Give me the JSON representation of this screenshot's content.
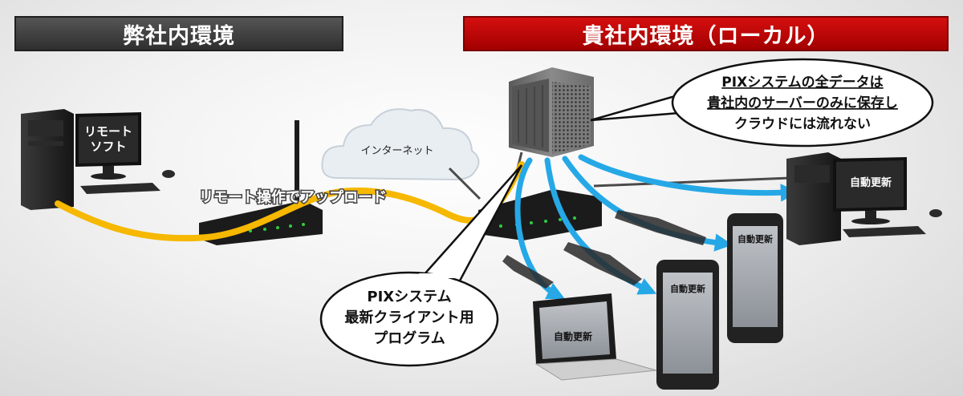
{
  "headers": {
    "left": "弊社内環境",
    "right": "貴社内環境（ローカル）"
  },
  "labels": {
    "remote_soft_line1": "リモート",
    "remote_soft_line2": "ソフト",
    "internet": "インターネット",
    "remote_upload": "リモート操作でアップロード",
    "auto_update": "自動更新"
  },
  "callouts": {
    "server_note": [
      "PIXシステムの全データは",
      "貴社内のサーバーのみに保存し",
      "クラウドには流れない"
    ],
    "client_note": [
      "PIXシステム",
      "最新クライアント用",
      "プログラム"
    ]
  },
  "colors": {
    "upload_line": "#f6b800",
    "update_arrow": "#26a8e6",
    "header_left": "#3a3a3a",
    "header_right": "#c00000"
  }
}
